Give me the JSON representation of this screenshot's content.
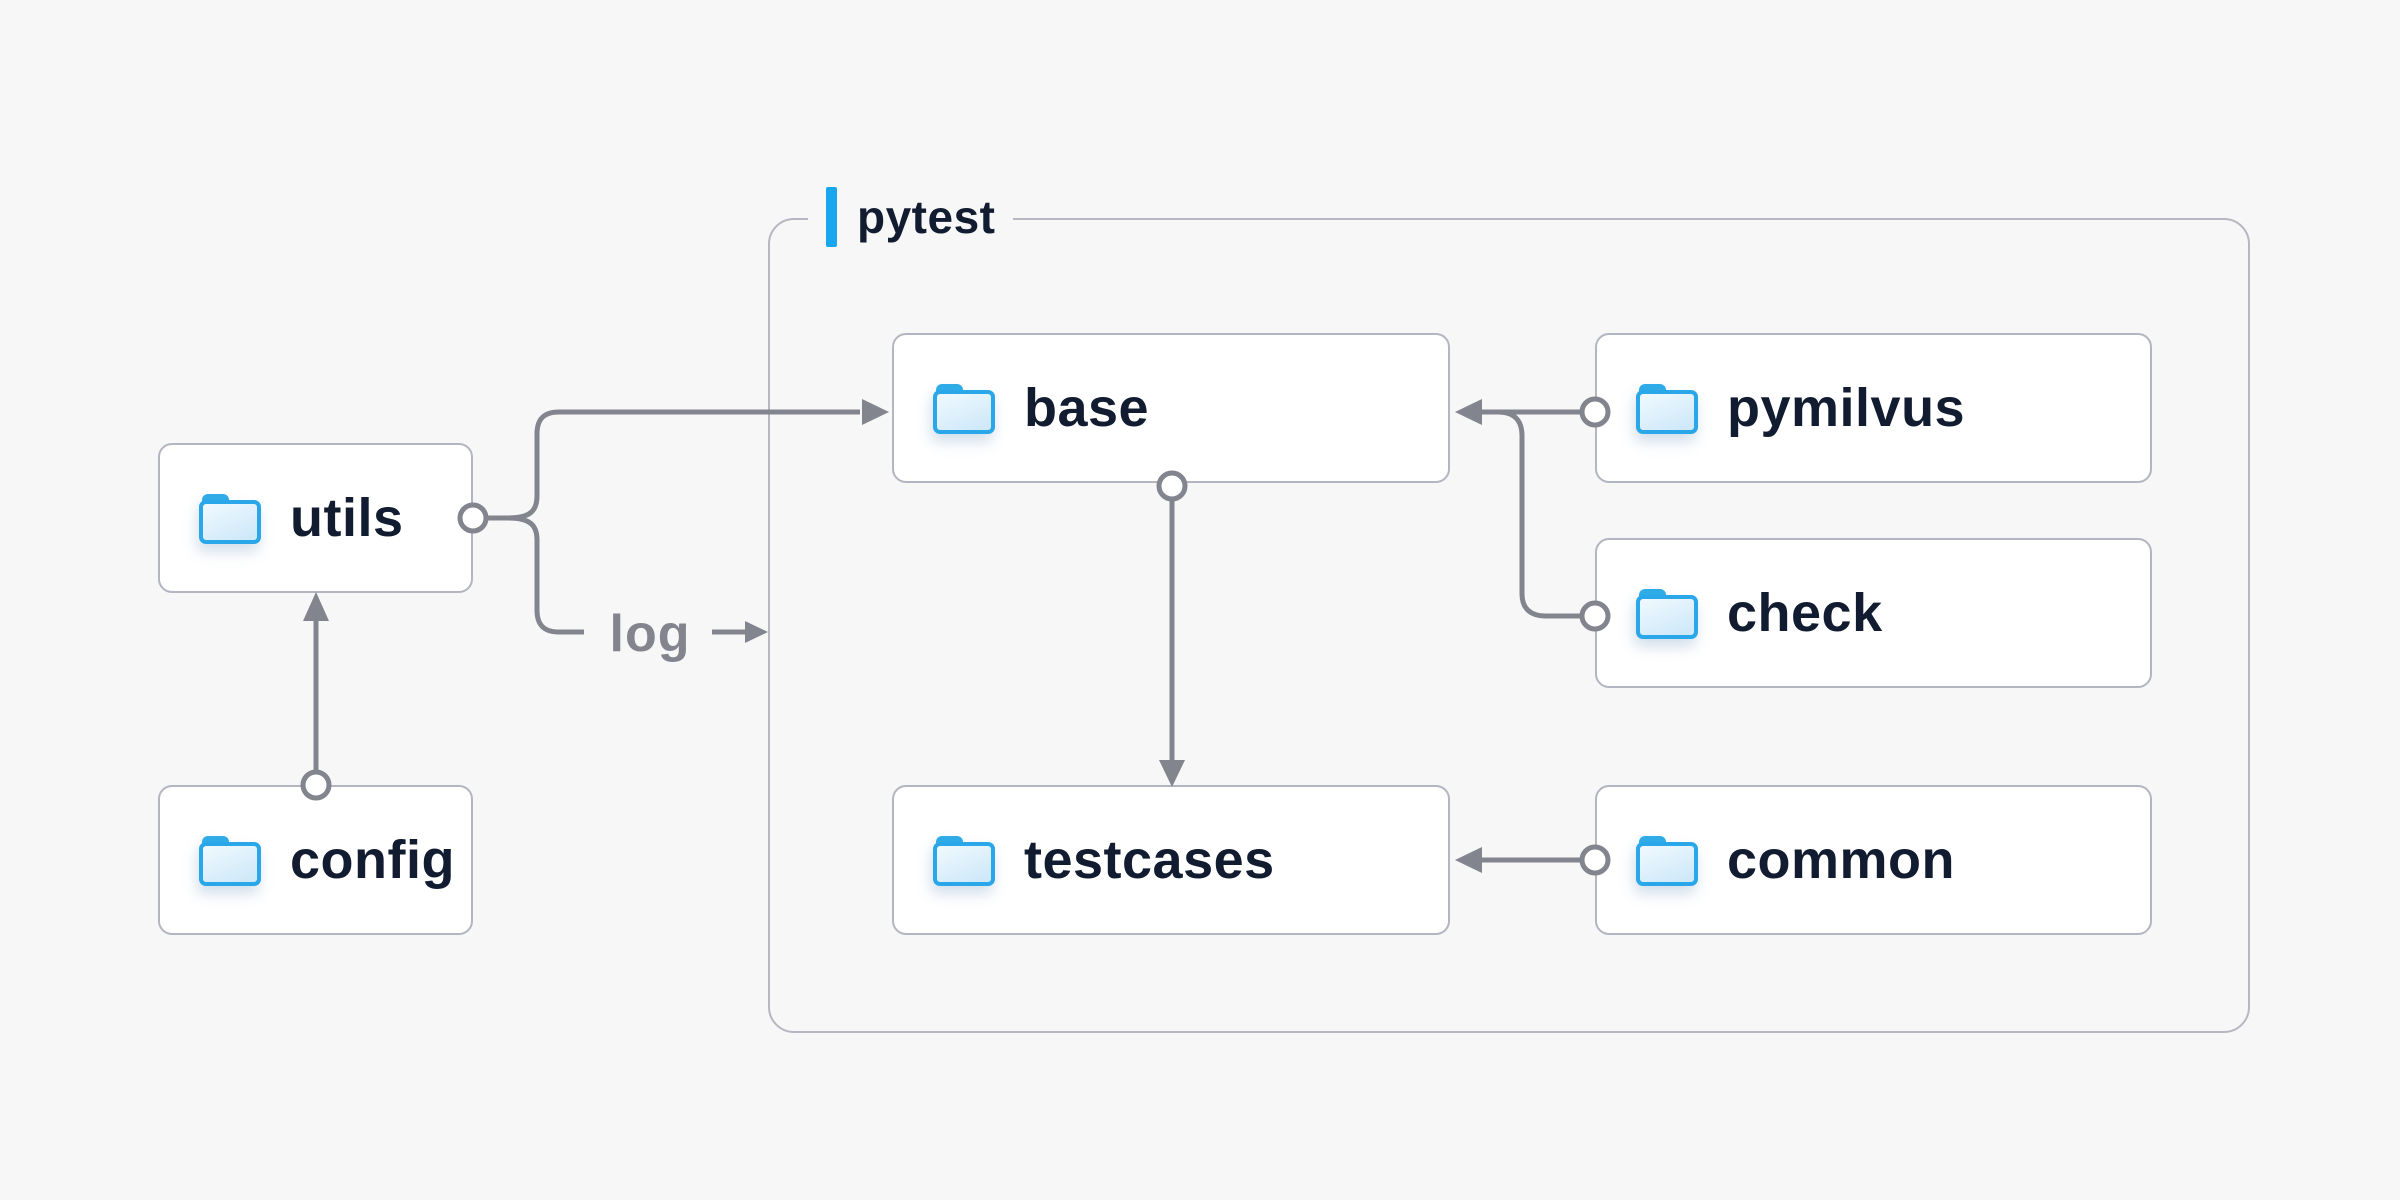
{
  "container": {
    "label": "pytest"
  },
  "nodes": [
    {
      "id": "utils",
      "label": "utils"
    },
    {
      "id": "config",
      "label": "config"
    },
    {
      "id": "base",
      "label": "base"
    },
    {
      "id": "pymilvus",
      "label": "pymilvus"
    },
    {
      "id": "check",
      "label": "check"
    },
    {
      "id": "testcases",
      "label": "testcases"
    },
    {
      "id": "common",
      "label": "common"
    }
  ],
  "edges": [
    {
      "from": "config",
      "to": "utils",
      "marker": "arrow"
    },
    {
      "from": "utils",
      "to": "base",
      "marker": "arrow"
    },
    {
      "from": "utils",
      "to": "log",
      "marker": "arrow",
      "label": "log"
    },
    {
      "from": "pymilvus",
      "to": "base",
      "marker": "arrow"
    },
    {
      "from": "check",
      "to": "base",
      "marker": "arrow",
      "merges_with": "pymilvus-base"
    },
    {
      "from": "base",
      "to": "testcases",
      "marker": "arrow"
    },
    {
      "from": "common",
      "to": "testcases",
      "marker": "arrow"
    }
  ],
  "edge_label": {
    "text": "log"
  },
  "colors": {
    "background": "#f7f7f8",
    "node_fill": "#ffffff",
    "node_border": "#b3b5c0",
    "container_border": "#b6b7c1",
    "connector_gray": "#82848e",
    "accent_blue": "#18a6ee",
    "folder_stroke": "#29a7e8",
    "folder_tab": "#2fabe8",
    "folder_fill_light": "#f2fafe",
    "folder_fill_dark": "#cfe9f9",
    "text_dark": "#121c30",
    "edge_label_gray": "#83848e"
  }
}
